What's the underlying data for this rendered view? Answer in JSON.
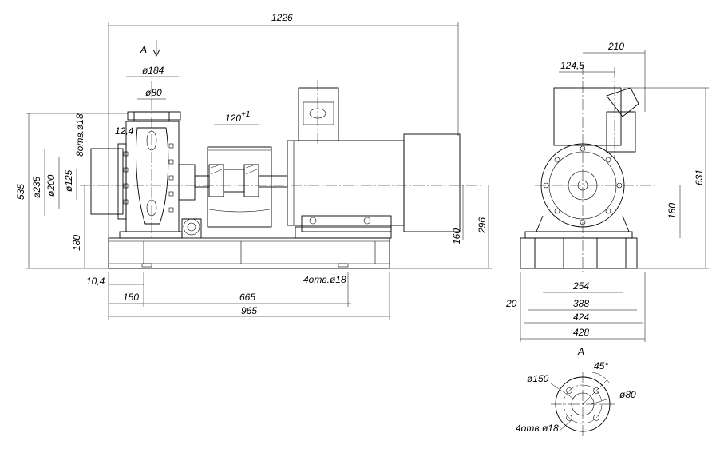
{
  "front_view": {
    "view_label": "A",
    "dims": {
      "overall_length": "1226",
      "flange_outer": "ø184",
      "flange_bore": "ø80",
      "flange_holes": "8отв.ø18",
      "flange_thickness": "12,4",
      "coupling_gap": "120",
      "coupling_gap_tol": "+1",
      "overall_height": "535",
      "diameter_235": "ø235",
      "diameter_200": "ø200",
      "diameter_125": "ø125",
      "axis_height_left": "180",
      "frame_height": "160",
      "axis_height_right": "296",
      "frame_offset": "10,4",
      "hole_offset": "150",
      "hole_spacing": "665",
      "frame_holes": "4отв.ø18",
      "frame_length": "965"
    }
  },
  "side_view": {
    "dims": {
      "outlet_offset": "210",
      "outlet_axis": "124,5",
      "overall_height": "631",
      "axis_height": "180",
      "hole_spacing": "254",
      "frame_offset": "20",
      "inner_width": "388",
      "hole_width": "424",
      "frame_width": "428"
    }
  },
  "detail_view_a": {
    "title": "A",
    "dims": {
      "angle": "45°",
      "bolt_circle": "ø150",
      "bore": "ø80",
      "holes": "4отв.ø18"
    }
  }
}
